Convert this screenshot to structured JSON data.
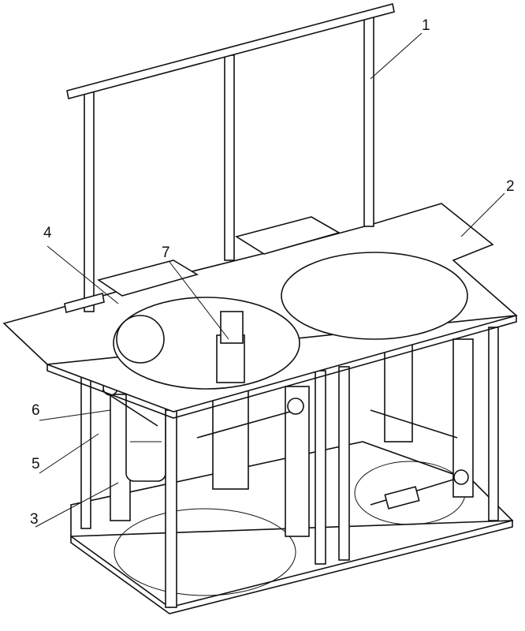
{
  "figure": {
    "labels": [
      {
        "id": "label-1",
        "text": "1"
      },
      {
        "id": "label-2",
        "text": "2"
      },
      {
        "id": "label-3",
        "text": "3"
      },
      {
        "id": "label-4",
        "text": "4"
      },
      {
        "id": "label-5",
        "text": "5"
      },
      {
        "id": "label-6",
        "text": "6"
      },
      {
        "id": "label-7",
        "text": "7"
      }
    ]
  }
}
